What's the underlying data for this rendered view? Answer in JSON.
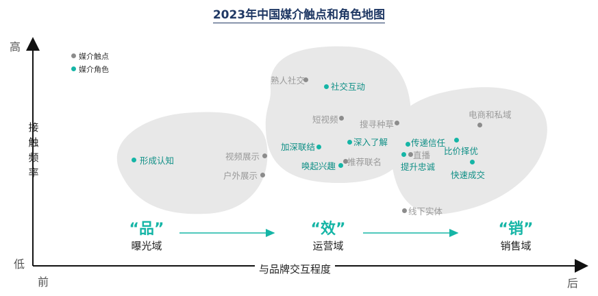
{
  "title": "2023年中国媒介触点和角色地图",
  "axes": {
    "y_high": "高",
    "y_low": "低",
    "y_title": "接触频率",
    "x_start": "前",
    "x_end": "后",
    "x_title": "与品牌交互程度"
  },
  "legend": {
    "touchpoint": "媒介触点",
    "role": "媒介角色"
  },
  "stages": [
    {
      "big": "“品”",
      "sub": "曝光域"
    },
    {
      "big": "“效”",
      "sub": "运营域"
    },
    {
      "big": "“销”",
      "sub": "销售域"
    }
  ],
  "touchpoints": [
    "熟人社交",
    "短视频",
    "搜寻种草",
    "视频展示",
    "户外展示",
    "推荐联名",
    "直播",
    "电商和私域",
    "线下实体"
  ],
  "roles": [
    "形成认知",
    "社交互动",
    "加深联结",
    "深入了解",
    "唤起兴趣",
    "传递信任",
    "提升忠诚",
    "比价择优",
    "快速成交"
  ],
  "colors": {
    "teal": "#15b5a6",
    "gray": "#8c8c8c",
    "title": "#1f3864",
    "blob": "#e8e8e8"
  }
}
